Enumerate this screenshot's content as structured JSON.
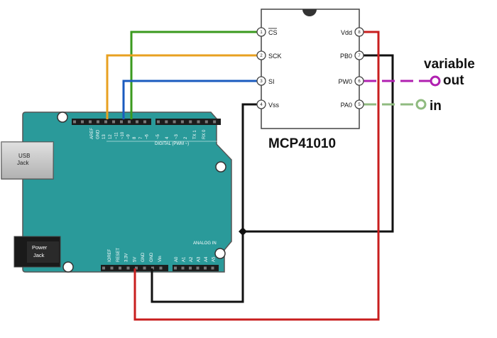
{
  "chip": {
    "name": "MCP41010",
    "pins": [
      {
        "num": "1",
        "label": "CS"
      },
      {
        "num": "2",
        "label": "SCK"
      },
      {
        "num": "3",
        "label": "SI"
      },
      {
        "num": "4",
        "label": "Vss"
      },
      {
        "num": "8",
        "label": "Vdd"
      },
      {
        "num": "7",
        "label": "PB0"
      },
      {
        "num": "6",
        "label": "PW0"
      },
      {
        "num": "5",
        "label": "PA0"
      }
    ]
  },
  "terminals": {
    "variable": "variable",
    "out": "out",
    "in": "in"
  },
  "board": {
    "usb_line1": "USB",
    "usb_line2": "Jack",
    "power_line1": "Power",
    "power_line2": "Jack",
    "digital_header_labels": [
      "AREF",
      "GND",
      "13",
      "12",
      "~11",
      "~10",
      "~9",
      "8",
      "7",
      "~6",
      "~5",
      "4",
      "~3",
      "2",
      "TX 1",
      "RX 0"
    ],
    "digital_caption": "DIGITAL (PWM ~)",
    "power_header_labels": [
      "IOREF",
      "RESET",
      "3.3V",
      "5V",
      "GND",
      "GND",
      "Vin"
    ],
    "analog_header_labels": [
      "A0",
      "A1",
      "A2",
      "A3",
      "A4",
      "A5"
    ],
    "analog_caption": "ANALOG IN"
  },
  "colors": {
    "board": "#2a9a9a",
    "wire_cs": "#3a9a1e",
    "wire_sck": "#e8a020",
    "wire_si": "#1a5bbf",
    "wire_gnd": "#111111",
    "wire_vdd": "#c81e1e",
    "wire_wiper": "#b020b0",
    "wire_pa0": "#90bb80"
  }
}
